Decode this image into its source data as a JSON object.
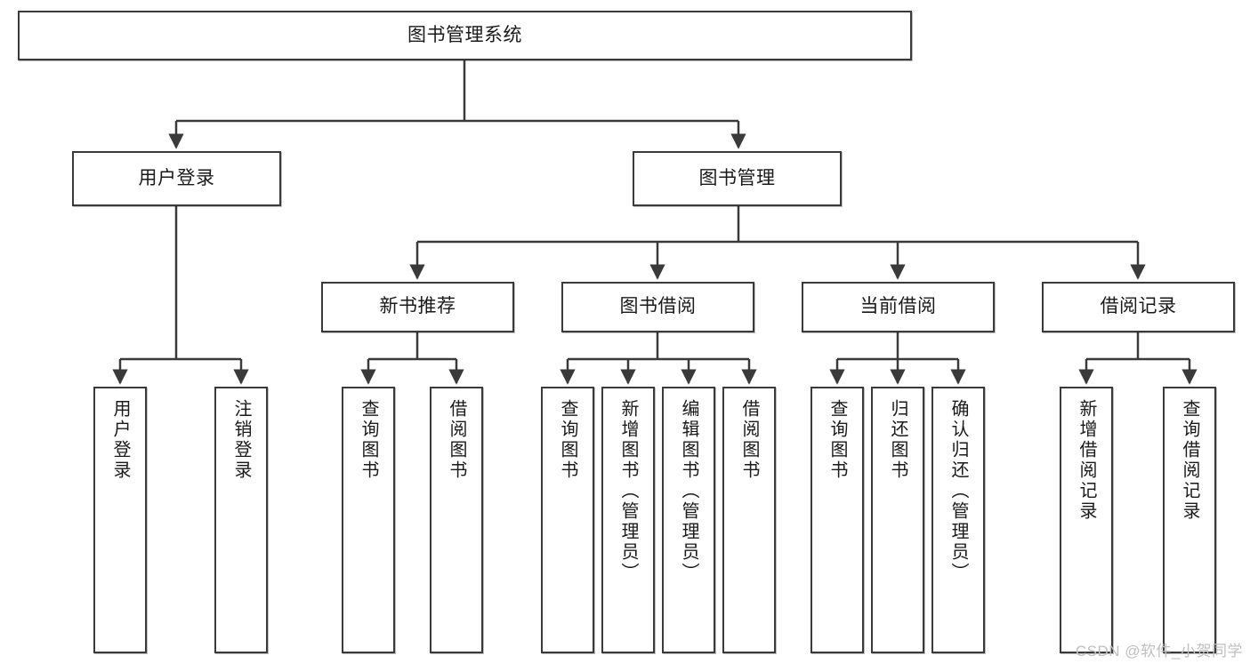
{
  "diagram": {
    "title": "图书管理系统",
    "type": "functional-structure-tree",
    "stroke_color": "#3a3a3a",
    "text_color": "#1a1a1a",
    "background_color": "#ffffff",
    "watermark": "CSDN @软件_小贺同学",
    "watermark_color": "#bfbfbf"
  },
  "nodes": {
    "root": {
      "label": "图书管理系统"
    },
    "level2": [
      {
        "label": "用户登录"
      },
      {
        "label": "图书管理"
      }
    ],
    "level3": [
      {
        "label": "新书推荐"
      },
      {
        "label": "图书借阅"
      },
      {
        "label": "当前借阅"
      },
      {
        "label": "借阅记录"
      }
    ],
    "leaves": {
      "user_login": [
        {
          "label": "用户登录"
        },
        {
          "label": "注销登录"
        }
      ],
      "new_book_recommend": [
        {
          "label": "查询图书"
        },
        {
          "label": "借阅图书"
        }
      ],
      "book_borrow": [
        {
          "label": "查询图书"
        },
        {
          "label": "新增图书（管理员）"
        },
        {
          "label": "编辑图书（管理员）"
        },
        {
          "label": "借阅图书"
        }
      ],
      "current_borrow": [
        {
          "label": "查询图书"
        },
        {
          "label": "归还图书"
        },
        {
          "label": "确认归还（管理员）"
        }
      ],
      "borrow_record": [
        {
          "label": "新增借阅记录"
        },
        {
          "label": "查询借阅记录"
        }
      ]
    }
  }
}
